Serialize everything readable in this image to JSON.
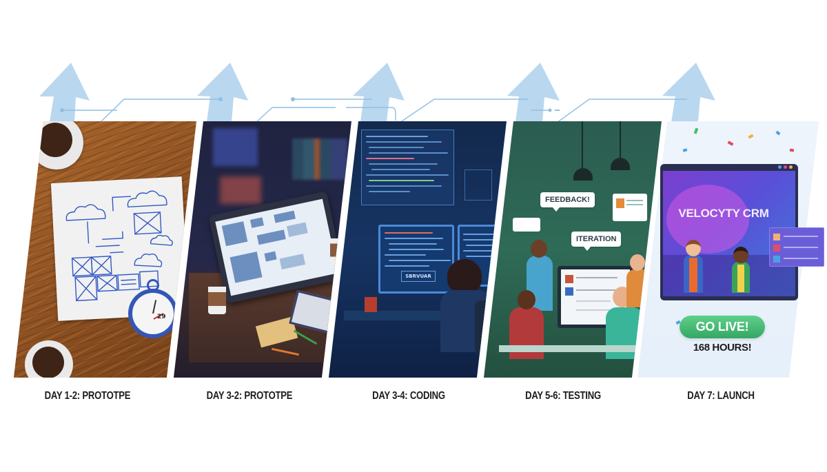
{
  "title": "Velocyty CRM 7-day build timeline",
  "colors": {
    "arrow": "#b9d7ef",
    "connector": "#8fbfe3",
    "caption_text": "#1c1c1c",
    "go_live_button": "#45b873",
    "panel_wood": "#9a5a27",
    "panel_room": "#22264a",
    "panel_code": "#153160",
    "panel_team": "#2d6452",
    "panel_launch": "#eaf2fb",
    "crm_screen_start": "#a94fd6",
    "crm_screen_end": "#3c6fd8"
  },
  "stages": [
    {
      "caption": "DAY 1-2: PROTOTPE",
      "scene": "wireframe sketch on crumpled paper, coffee cups on wooden desk, blue stopwatch",
      "stopwatch_value": "29"
    },
    {
      "caption": "DAY 3-2: PROTOTPE",
      "scene": "tablet showing wireframe flowchart on desk with coffee cups, notebooks and pencils"
    },
    {
      "caption": "DAY 3-4: CODING",
      "scene": "developer at desk facing multiple code monitors",
      "screen_label": "SBRVUAR"
    },
    {
      "caption": "DAY 5-6: TESTING",
      "scene": "team celebrating around a monitor with feedback bubbles",
      "bubbles": [
        "FEEDBACK!",
        "ITERATION"
      ]
    },
    {
      "caption": "DAY 7: LAUNCH",
      "scene": "CRM app screen with two cheering people and confetti",
      "app_name": "VELOCYTY CRM",
      "button_label": "GO LIVE!",
      "subtitle": "168 HOURS!"
    }
  ]
}
